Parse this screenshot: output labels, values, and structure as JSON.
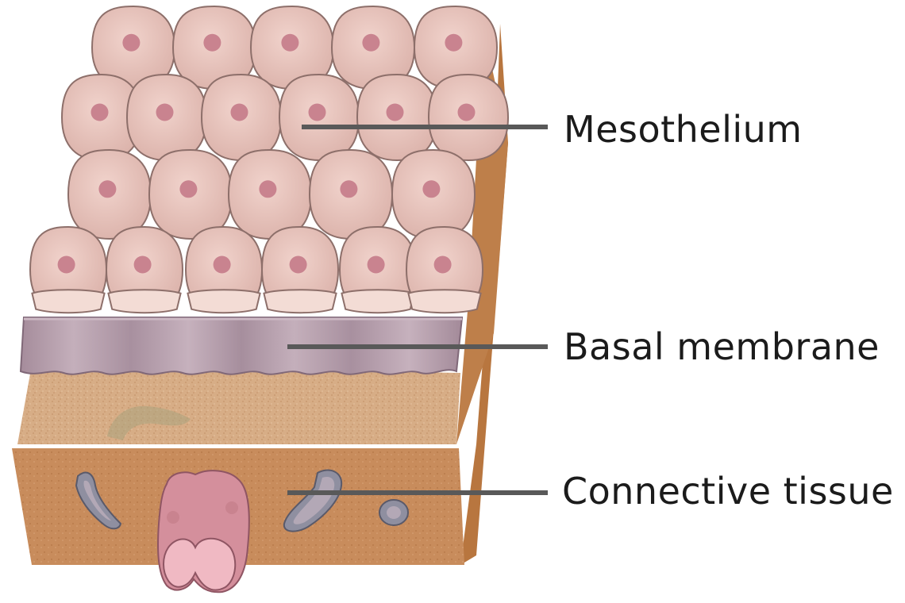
{
  "labels": {
    "mesothelium": "Mesothelium",
    "basal_membrane": "Basal membrane",
    "connective_tissue": "Connective tissue"
  },
  "colors": {
    "cell_fill": "#e9c6bf",
    "cell_stroke": "#8d6f6a",
    "nucleus": "#c9838f",
    "membrane": "#b9a1ad",
    "connective_top": "#d8b08a",
    "connective_front": "#c98e5e",
    "connective_side": "#b97a46",
    "leader_line": "#595959"
  }
}
